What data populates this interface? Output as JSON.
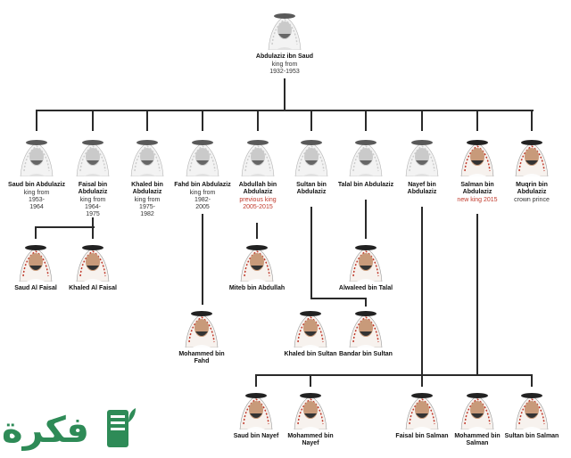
{
  "root": {
    "name": "Abdulaziz ibn Saud",
    "sub": "king from\n1932-1953"
  },
  "sons": [
    {
      "name": "Saud bin Abdulaziz",
      "sub": "king from\n1953-\n1964",
      "red": false
    },
    {
      "name": "Faisal bin\nAbdulaziz",
      "sub": "king from\n1964-\n1975",
      "red": false
    },
    {
      "name": "Khaled bin\nAbdulaziz",
      "sub": "king from\n1975-\n1982",
      "red": false
    },
    {
      "name": "Fahd bin Abdulaziz",
      "sub": "king from\n1982-\n2005",
      "red": false
    },
    {
      "name": "Abdullah bin\nAbdulaziz",
      "sub": "previous king\n2005-2015",
      "red": true
    },
    {
      "name": "Sultan bin\nAbdulaziz",
      "sub": "",
      "red": false
    },
    {
      "name": "Talal bin Abdulaziz",
      "sub": "",
      "red": false
    },
    {
      "name": "Nayef bin\nAbdulaziz",
      "sub": "",
      "red": false
    },
    {
      "name": "Salman bin\nAbdulaziz",
      "sub": "new king 2015",
      "red": true
    },
    {
      "name": "Muqrin bin\nAbdulaziz",
      "sub": "crown prince",
      "red": false
    }
  ],
  "grandsons": [
    {
      "name": "Saud Al Faisal"
    },
    {
      "name": "Khaled Al Faisal"
    },
    {
      "name": "Miteb bin Abdullah"
    },
    {
      "name": "Alwaleed bin Talal"
    },
    {
      "name": "Mohammed bin\nFahd"
    },
    {
      "name": "Khaled bin Sultan"
    },
    {
      "name": "Bandar bin Sultan"
    },
    {
      "name": "Saud bin Nayef"
    },
    {
      "name": "Mohammed bin\nNayef"
    },
    {
      "name": "Faisal bin Salman"
    },
    {
      "name": "Mohammed bin\nSalman"
    },
    {
      "name": "Sultan bin Salman"
    }
  ],
  "logo": {
    "text": "فكرة"
  },
  "colors": {
    "line": "#2a2a2a",
    "accent_red": "#c0392b",
    "logo_green": "#2e8b57"
  }
}
